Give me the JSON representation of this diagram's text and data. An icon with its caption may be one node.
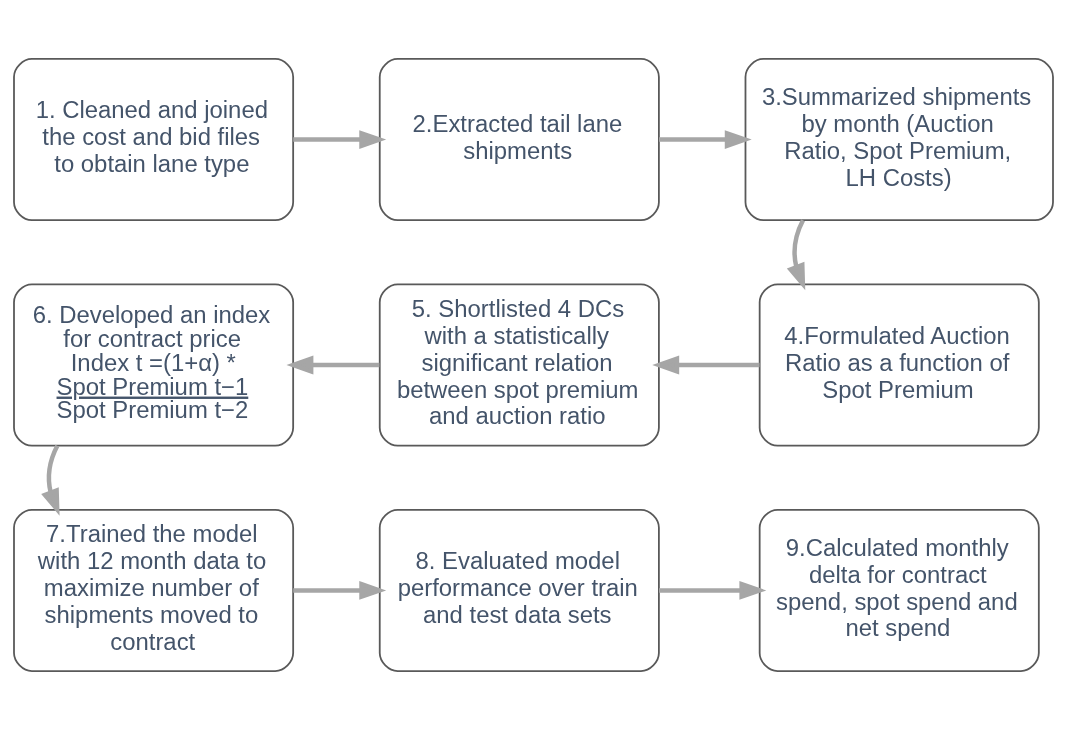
{
  "diagram": {
    "nodes": [
      {
        "text": [
          "1. Cleaned and joined the cost and bid files to obtain lane type"
        ]
      },
      {
        "text": [
          "2.Extracted tail lane shipments"
        ]
      },
      {
        "text": [
          "3.Summarized shipments by month (Auction Ratio, Spot Premium, LH Costs)"
        ]
      },
      {
        "text": [
          "4.Formulated Auction Ratio as a function of Spot Premium"
        ]
      },
      {
        "text": [
          "5. Shortlisted 4 DCs with a statistically significant relation between spot premium and auction ratio"
        ]
      },
      {
        "text": [
          "6. Developed an index for contract price",
          "Index t =(1+α) *",
          "Spot Premium t−1",
          "Spot Premium t−2"
        ]
      },
      {
        "text": [
          "7.Trained the model with 12 month data to maximize number of shipments moved to contract"
        ]
      },
      {
        "text": [
          "8. Evaluated model performance over train and test data sets"
        ]
      },
      {
        "text": [
          "9.Calculated monthly delta for contract spend, spot spend and net spend"
        ]
      }
    ],
    "edges": [
      {
        "from": 0,
        "to": 1,
        "arrow": "to"
      },
      {
        "from": 1,
        "to": 2,
        "arrow": "to"
      },
      {
        "from": 2,
        "to": 3,
        "arrow": "to"
      },
      {
        "from": 3,
        "to": 4,
        "arrow": "to"
      },
      {
        "from": 4,
        "to": 5,
        "arrow": "to"
      },
      {
        "from": 5,
        "to": 6,
        "arrow": "to"
      },
      {
        "from": 6,
        "to": 7,
        "arrow": "to"
      },
      {
        "from": 7,
        "to": 8,
        "arrow": "to"
      }
    ]
  }
}
